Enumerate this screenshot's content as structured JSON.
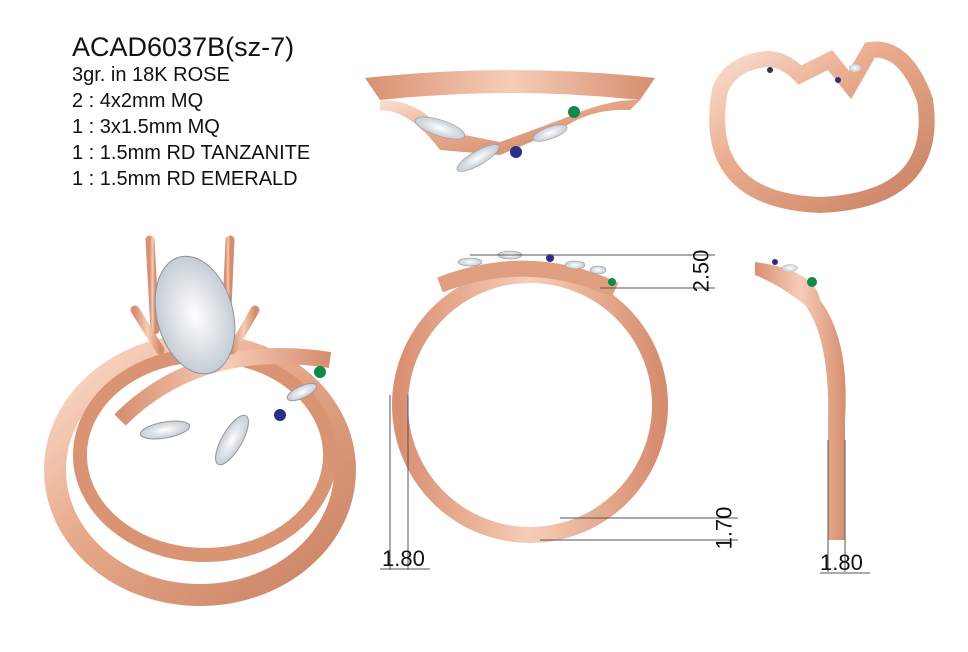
{
  "spec": {
    "title": "ACAD6037B(sz-7)",
    "lines": [
      "3gr. in 18K ROSE",
      "2 : 4x2mm MQ",
      "1 : 3x1.5mm MQ",
      "1 : 1.5mm RD TANZANITE",
      "1 : 1.5mm RD EMERALD"
    ]
  },
  "dimensions": {
    "top_height": "2.50",
    "bottom_height": "1.70",
    "front_width": "1.80",
    "side_width": "1.80"
  },
  "colors": {
    "metal": "#e9ab8d",
    "metal_dark": "#c88063",
    "metal_light": "#fbe1d2",
    "tanzanite": "#2c2f8a",
    "emerald": "#0f8a4a"
  }
}
